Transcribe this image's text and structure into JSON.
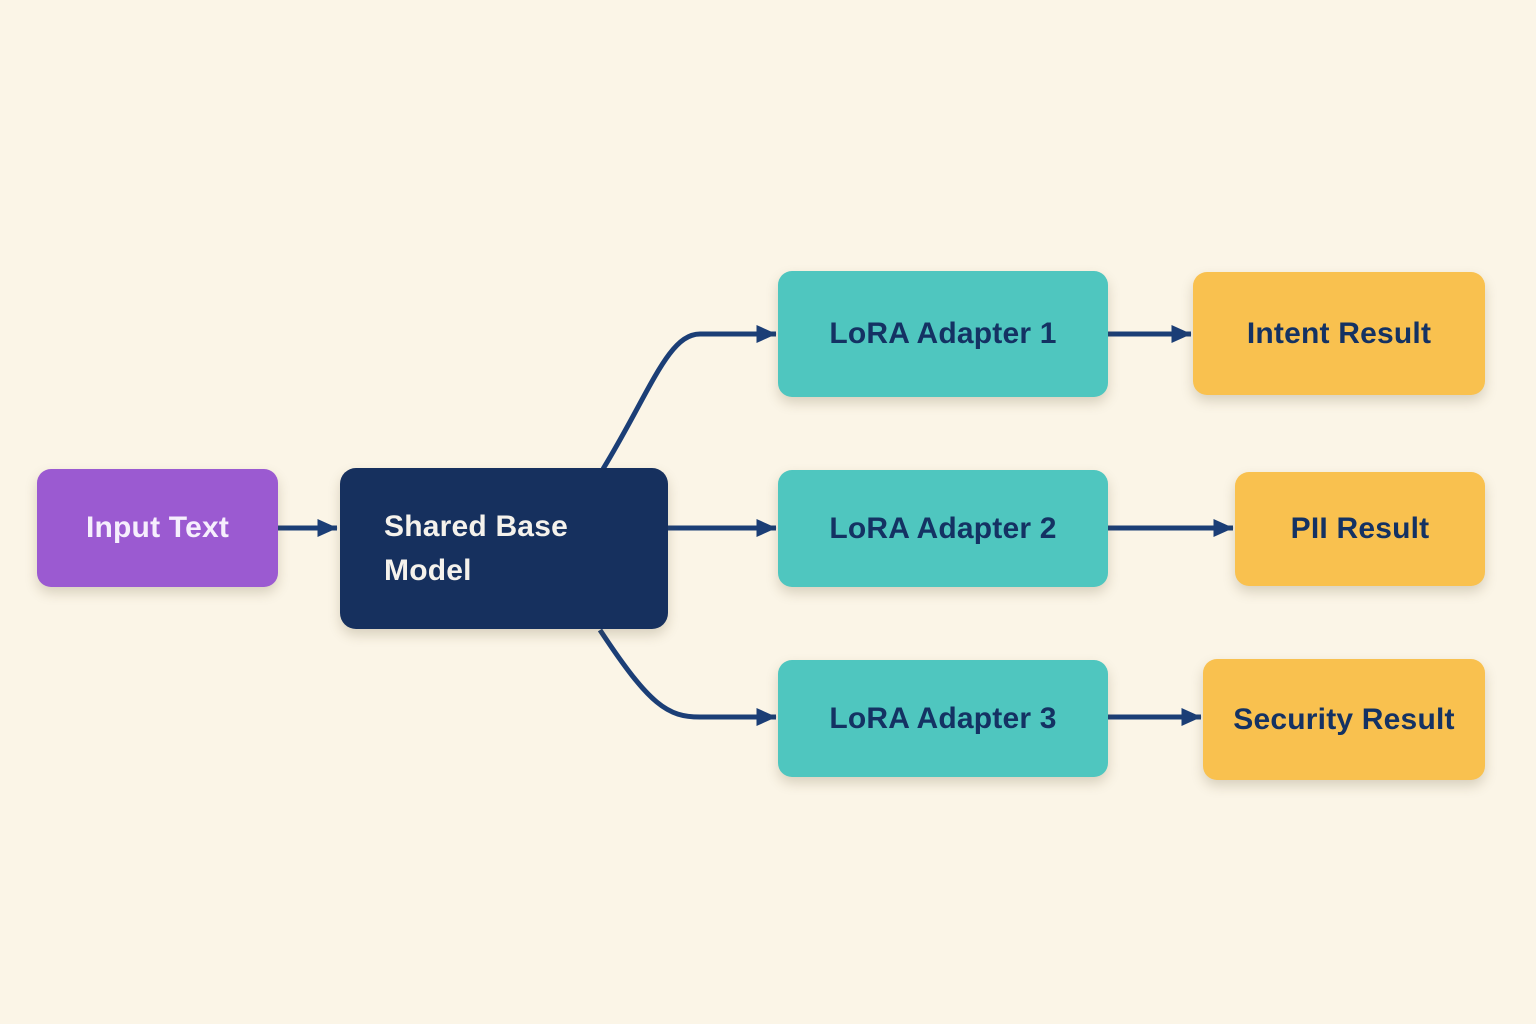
{
  "diagram": {
    "background_color": "#fbf5e7",
    "arrow_color": "#1b3e76",
    "nodes": {
      "input": {
        "label": "Input Text",
        "color": "#9b5ad1",
        "text_color": "#f6effd"
      },
      "base": {
        "label": "Shared Base Model",
        "color": "#16305e",
        "text_color": "#f5f2ec"
      },
      "adapter1": {
        "label": "LoRA Adapter 1",
        "color": "#4fc6bf",
        "text_color": "#143263"
      },
      "adapter2": {
        "label": "LoRA Adapter 2",
        "color": "#4fc6bf",
        "text_color": "#143263"
      },
      "adapter3": {
        "label": "LoRA Adapter 3",
        "color": "#4fc6bf",
        "text_color": "#143263"
      },
      "intent": {
        "label": "Intent Result",
        "color": "#f9c14f",
        "text_color": "#143263"
      },
      "pii": {
        "label": "PII Result",
        "color": "#f9c14f",
        "text_color": "#143263"
      },
      "security": {
        "label": "Security Result",
        "color": "#f9c14f",
        "text_color": "#143263"
      }
    },
    "edges": [
      {
        "from": "input",
        "to": "base"
      },
      {
        "from": "base",
        "to": "adapter1"
      },
      {
        "from": "base",
        "to": "adapter2"
      },
      {
        "from": "base",
        "to": "adapter3"
      },
      {
        "from": "adapter1",
        "to": "intent"
      },
      {
        "from": "adapter2",
        "to": "pii"
      },
      {
        "from": "adapter3",
        "to": "security"
      }
    ]
  }
}
